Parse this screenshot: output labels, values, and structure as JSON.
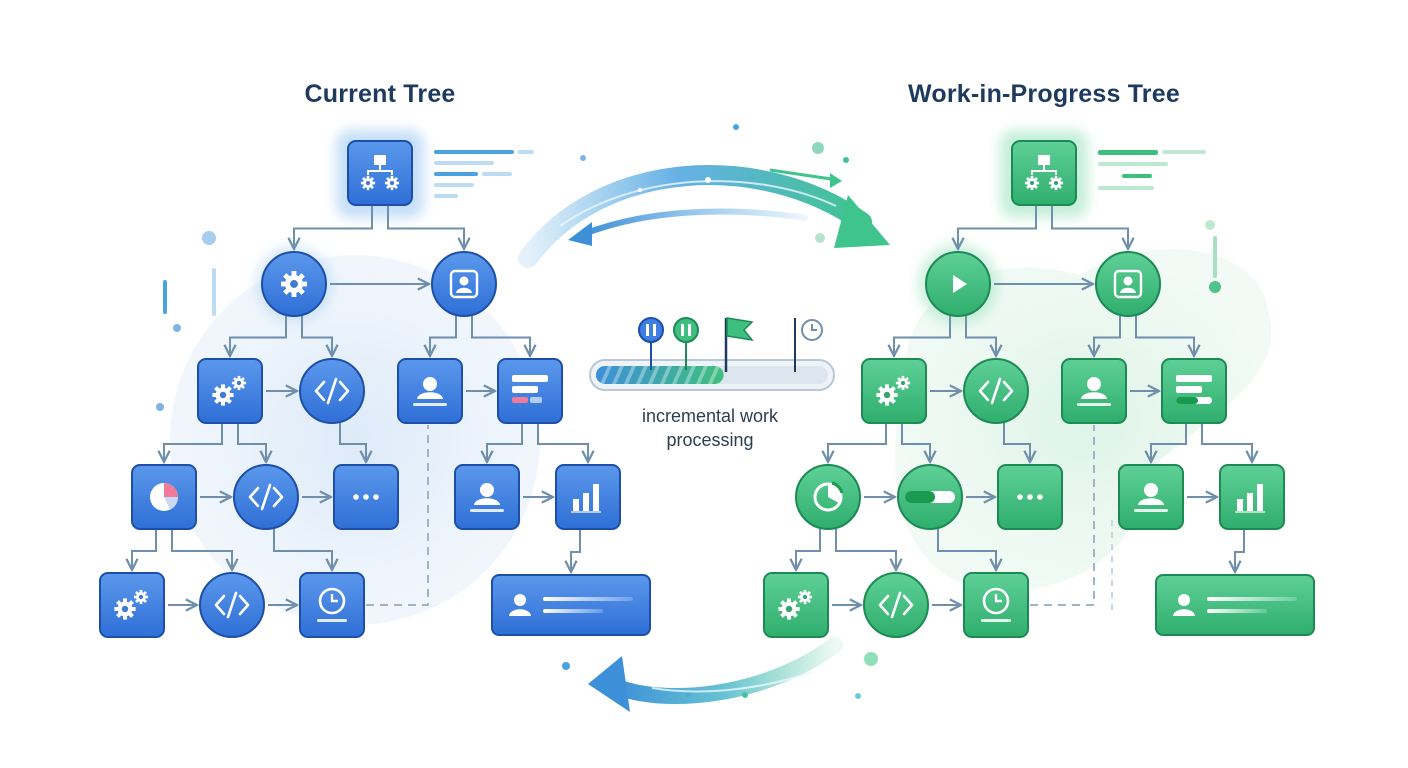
{
  "titles": {
    "current": "Current Tree",
    "wip": "Work-in-Progress Tree"
  },
  "caption": {
    "line1": "incremental work",
    "line2": "processing"
  },
  "colors": {
    "blue": "#3f7fe0",
    "blue_dark": "#2557b8",
    "blue_stroke": "#1d4fa8",
    "green": "#3fbf7f",
    "green_dark": "#23995e",
    "green_stroke": "#1d8a55",
    "edge": "#6f8fad",
    "title": "#1e3a5f"
  },
  "progress": {
    "fraction": 0.55
  },
  "trees": {
    "current": [
      {
        "id": "root",
        "shape": "square",
        "icon": "hierarchy-gear-icon"
      },
      {
        "id": "l1a",
        "shape": "circle",
        "icon": "gear-icon"
      },
      {
        "id": "l1b",
        "shape": "circle",
        "icon": "user-card-icon"
      },
      {
        "id": "l2a",
        "shape": "square",
        "icon": "gears-icon"
      },
      {
        "id": "l2b",
        "shape": "circle",
        "icon": "code-icon"
      },
      {
        "id": "l2c",
        "shape": "square",
        "icon": "user-icon"
      },
      {
        "id": "l2d",
        "shape": "square",
        "icon": "list-icon"
      },
      {
        "id": "l3a",
        "shape": "square",
        "icon": "pie-chart-icon"
      },
      {
        "id": "l3b",
        "shape": "circle",
        "icon": "code-icon"
      },
      {
        "id": "l3c",
        "shape": "square",
        "icon": "ellipsis-icon"
      },
      {
        "id": "l3d",
        "shape": "square",
        "icon": "user-icon"
      },
      {
        "id": "l3e",
        "shape": "square",
        "icon": "bar-chart-icon"
      },
      {
        "id": "l4a",
        "shape": "square",
        "icon": "gears-icon"
      },
      {
        "id": "l4b",
        "shape": "circle",
        "icon": "code-icon"
      },
      {
        "id": "l4c",
        "shape": "square",
        "icon": "clock-icon"
      },
      {
        "id": "l4d",
        "shape": "wide",
        "icon": "user-row-icon"
      }
    ],
    "wip": [
      {
        "id": "root",
        "shape": "square",
        "icon": "hierarchy-gear-icon"
      },
      {
        "id": "l1a",
        "shape": "circle",
        "icon": "play-icon"
      },
      {
        "id": "l1b",
        "shape": "circle",
        "icon": "user-card-icon"
      },
      {
        "id": "l2a",
        "shape": "square",
        "icon": "gears-icon"
      },
      {
        "id": "l2b",
        "shape": "circle",
        "icon": "code-icon"
      },
      {
        "id": "l2c",
        "shape": "square",
        "icon": "user-icon"
      },
      {
        "id": "l2d",
        "shape": "square",
        "icon": "list-icon"
      },
      {
        "id": "l3a",
        "shape": "circle",
        "icon": "pie-chart-icon"
      },
      {
        "id": "l3b",
        "shape": "circle",
        "icon": "progress-bar-icon"
      },
      {
        "id": "l3c",
        "shape": "square",
        "icon": "ellipsis-icon"
      },
      {
        "id": "l3d",
        "shape": "square",
        "icon": "user-icon"
      },
      {
        "id": "l3e",
        "shape": "square",
        "icon": "bar-chart-icon"
      },
      {
        "id": "l4a",
        "shape": "square",
        "icon": "gears-icon"
      },
      {
        "id": "l4b",
        "shape": "circle",
        "icon": "code-icon"
      },
      {
        "id": "l4c",
        "shape": "square",
        "icon": "clock-icon"
      },
      {
        "id": "l4d",
        "shape": "wide",
        "icon": "user-row-icon"
      }
    ]
  }
}
